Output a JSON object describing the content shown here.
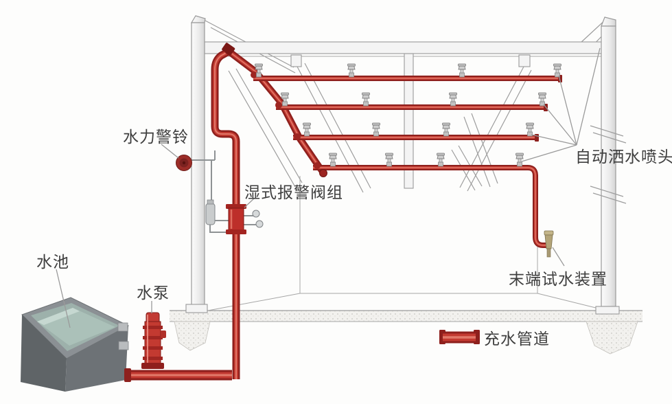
{
  "diagram": {
    "labels": {
      "water_tank": "水池",
      "water_pump": "水泵",
      "hydraulic_alarm_bell": "水力警铃",
      "wet_alarm_valve_set": "湿式报警阀组",
      "automatic_sprinkler_heads": "自动洒水喷头",
      "end_test_water_device": "末端试水装置"
    },
    "legend": {
      "water_filled_pipe": "充水管道"
    },
    "counts": {
      "sprinkler_branch_lines": 4,
      "sprinkler_heads_per_branch": 4,
      "sprinkler_heads_total": 16
    },
    "colors": {
      "pipe_red": "#c33a31",
      "pipe_dark_red": "#8e201d",
      "water_teal": "#abc1b9",
      "structure_gray": "#9d9d9d",
      "label_text": "#3e3e3e"
    }
  }
}
